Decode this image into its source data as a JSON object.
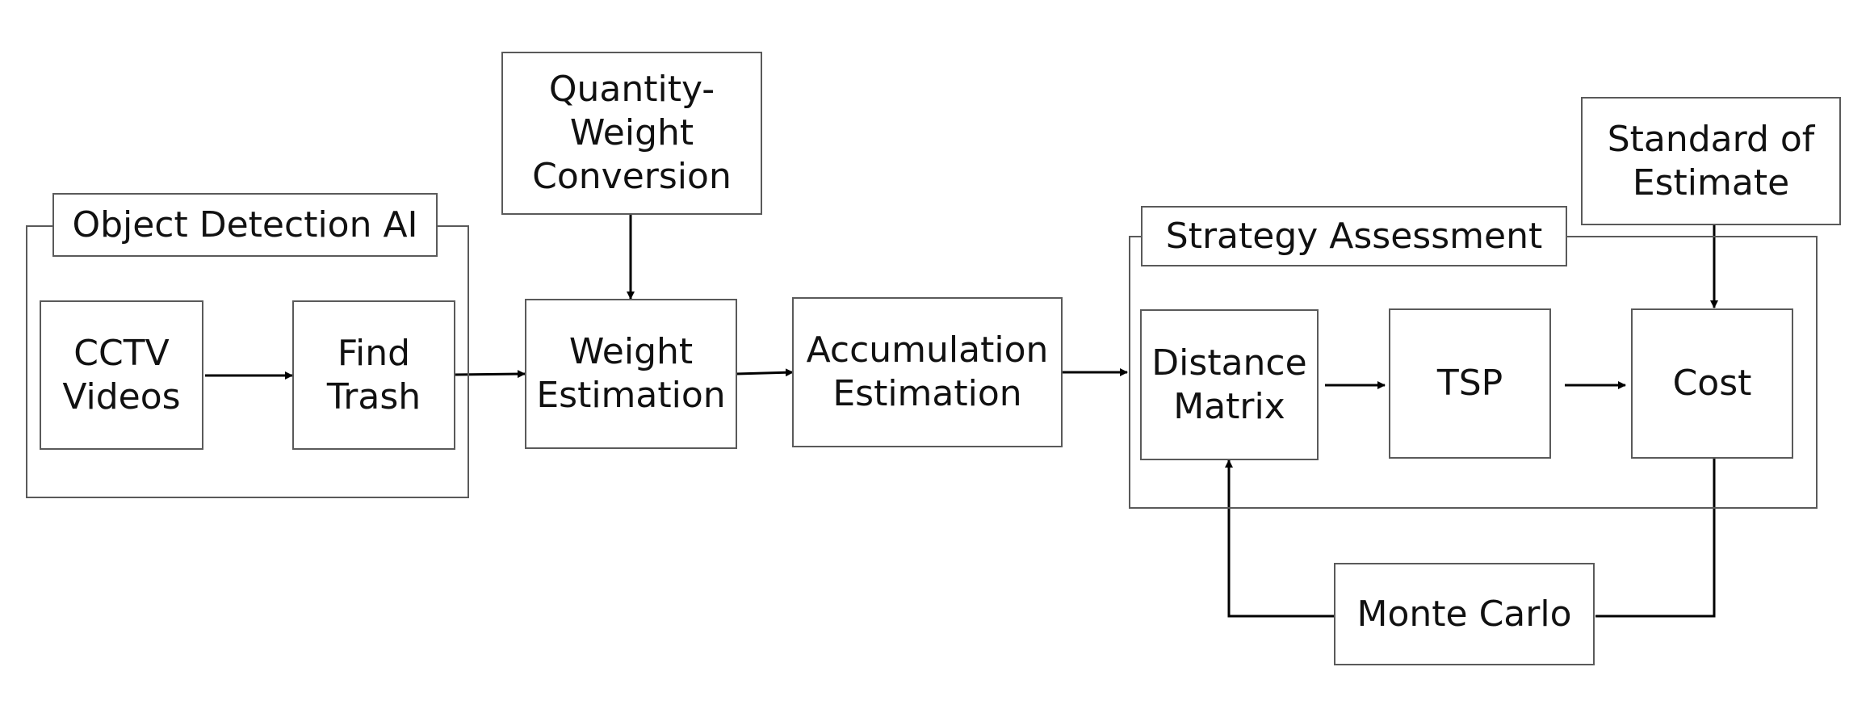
{
  "groups": {
    "object_detection": {
      "title": "Object Detection AI"
    },
    "strategy_assessment": {
      "title": "Strategy Assessment"
    }
  },
  "nodes": {
    "cctv_videos": [
      "CCTV",
      "Videos"
    ],
    "find_trash": [
      "Find",
      "Trash"
    ],
    "quantity_weight_conversion": [
      "Quantity-",
      "Weight",
      "Conversion"
    ],
    "weight_estimation": [
      "Weight",
      "Estimation"
    ],
    "accumulation_estimation": [
      "Accumulation",
      "Estimation"
    ],
    "distance_matrix": [
      "Distance",
      "Matrix"
    ],
    "tsp": [
      "TSP"
    ],
    "cost": [
      "Cost"
    ],
    "standard_of_estimate": [
      "Standard of",
      "Estimate"
    ],
    "monte_carlo": [
      "Monte Carlo"
    ]
  }
}
